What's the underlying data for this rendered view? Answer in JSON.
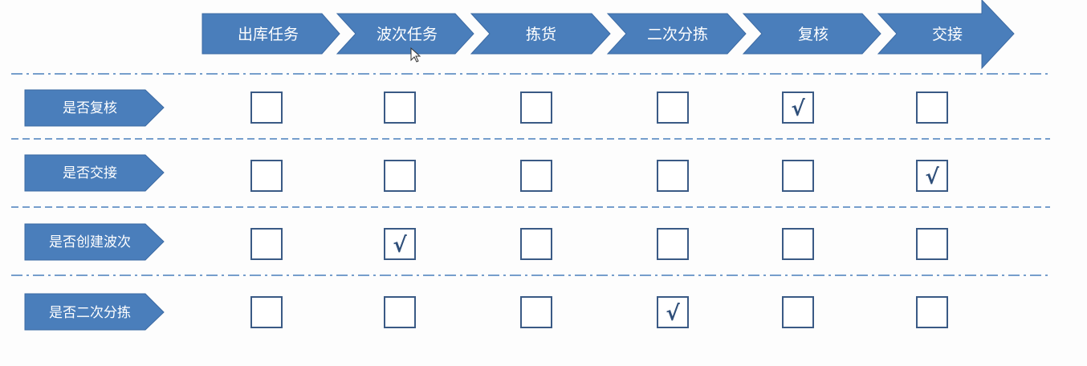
{
  "process_steps": [
    {
      "label": "出库任务"
    },
    {
      "label": "波次任务"
    },
    {
      "label": "拣货"
    },
    {
      "label": "二次分拣"
    },
    {
      "label": "复核"
    },
    {
      "label": "交接"
    }
  ],
  "rows": [
    {
      "label": "是否复核",
      "checked_step": 4
    },
    {
      "label": "是否交接",
      "checked_step": 5
    },
    {
      "label": "是否创建波次",
      "checked_step": 1
    },
    {
      "label": "是否二次分拣",
      "checked_step": 3
    }
  ],
  "check_mark": "√",
  "colors": {
    "arrow_fill": "#4a7ebb",
    "arrow_stroke": "#3c6aa3",
    "box_stroke": "#3a5a85",
    "divider": "#4a7ebb",
    "background": "#fdfdfd"
  }
}
